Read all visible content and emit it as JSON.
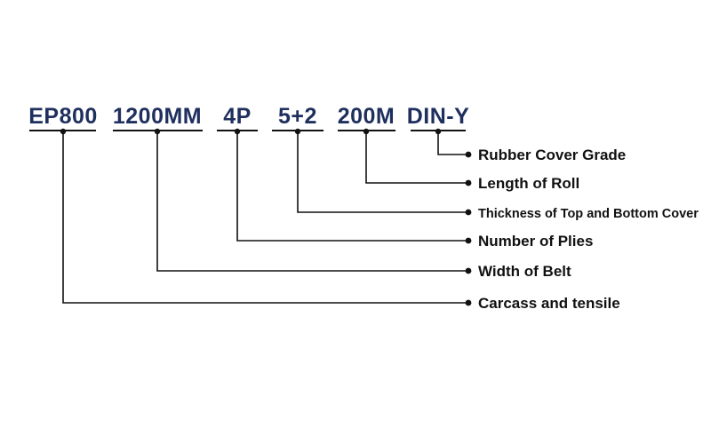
{
  "segments": [
    {
      "code": "EP800",
      "label": "Carcass and tensile"
    },
    {
      "code": "1200MM",
      "label": "Width of Belt"
    },
    {
      "code": "4P",
      "label": "Number of Plies"
    },
    {
      "code": "5+2",
      "label": "Thickness of Top and Bottom Cover"
    },
    {
      "code": "200M",
      "label": "Length of Roll"
    },
    {
      "code": "DIN-Y",
      "label": "Rubber Cover Grade"
    }
  ],
  "colors": {
    "code_text": "#1f2f5e",
    "lines": "#111111",
    "background": "#ffffff"
  }
}
